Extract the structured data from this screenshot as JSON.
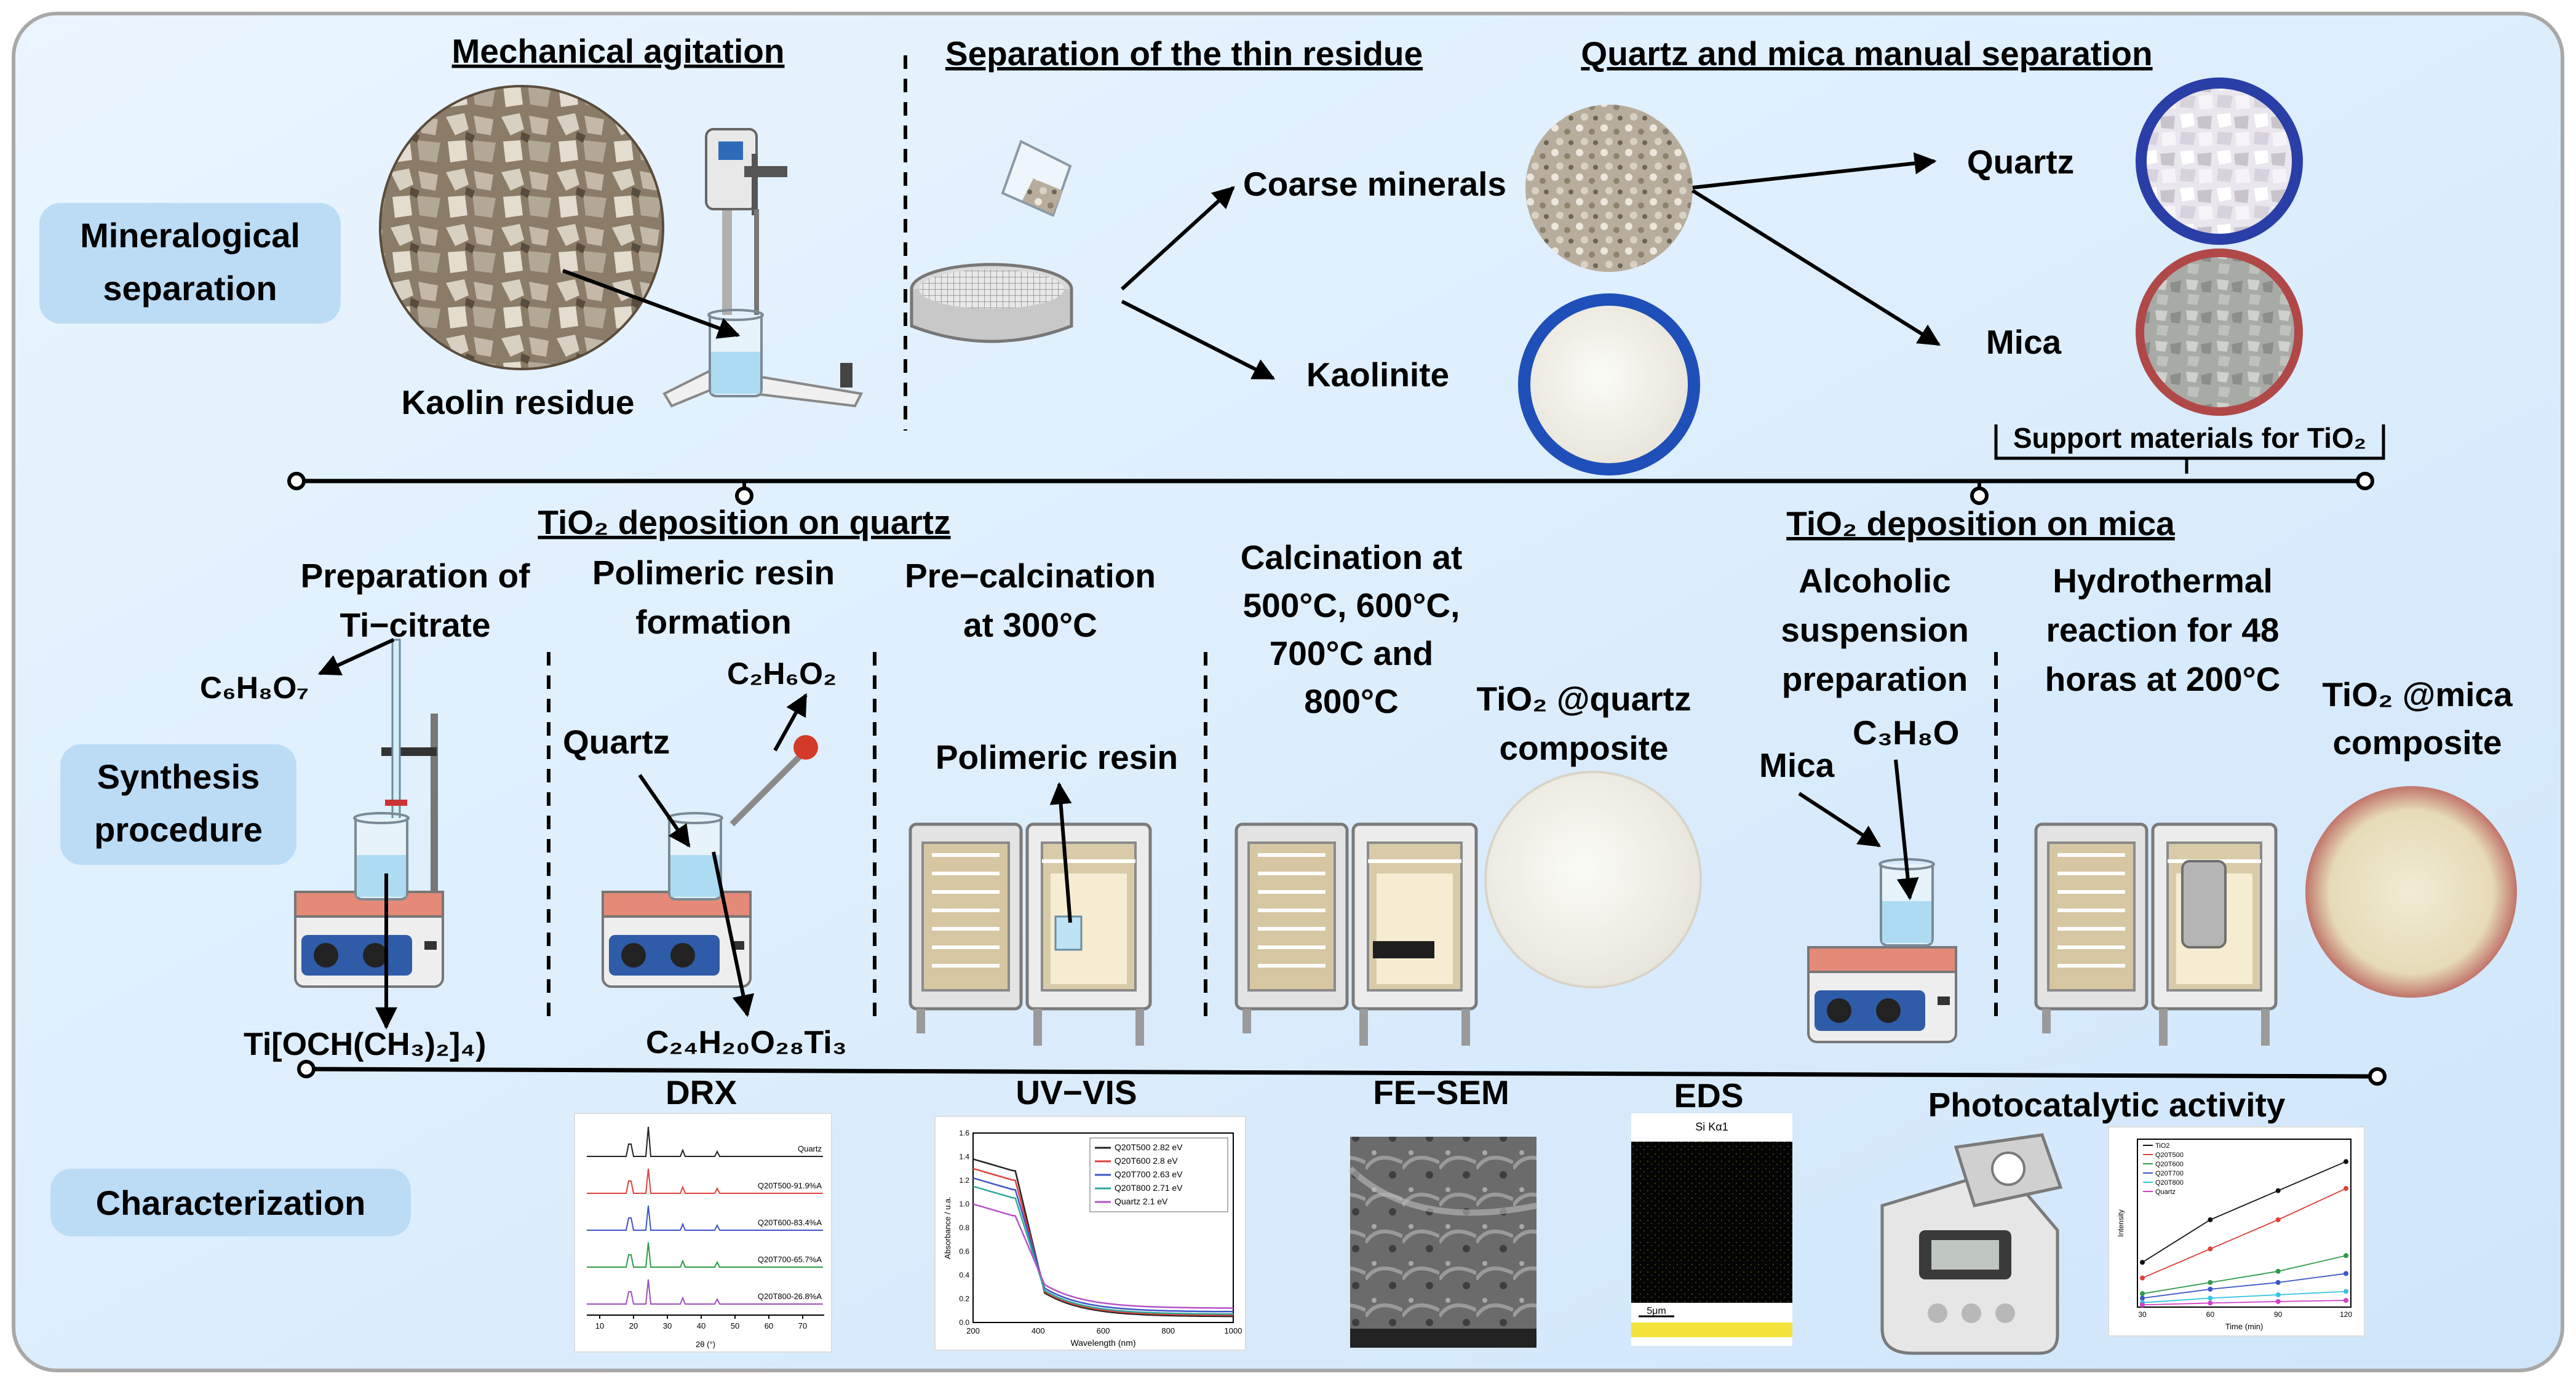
{
  "sections": {
    "mineralogical": [
      "Mineralogical",
      "separation"
    ],
    "synthesis": [
      "Synthesis",
      "procedure"
    ],
    "characterization": "Characterization"
  },
  "row1": {
    "headers": {
      "mechanical": "Mechanical agitation",
      "thin_residue": "Separation of the thin residue",
      "manual": "Quartz and mica manual separation"
    },
    "labels": {
      "kaolin_residue": "Kaolin residue",
      "coarse_minerals": "Coarse minerals",
      "kaolinite": "Kaolinite",
      "quartz": "Quartz",
      "mica": "Mica",
      "support": "Support materials for TiO₂"
    }
  },
  "row2": {
    "headers": {
      "quartz_dep": "TiO₂ deposition on quartz",
      "mica_dep": "TiO₂  deposition on mica"
    },
    "steps": {
      "ti_citrate": [
        "Preparation of",
        "Ti−citrate"
      ],
      "resin": [
        "Polimeric resin",
        "formation"
      ],
      "precalc": [
        "Pre−calcination",
        "at 300°C"
      ],
      "calcination": [
        "Calcination at",
        "500°C, 600°C,",
        "700°C and",
        "800°C"
      ],
      "quartz_composite": [
        "TiO₂ @quartz",
        "composite"
      ],
      "alcoholic": [
        "Alcoholic",
        "suspension",
        "preparation"
      ],
      "hydrothermal": [
        "Hydrothermal",
        "reaction for 48",
        "horas at 200°C"
      ],
      "mica_composite": [
        "TiO₂ @mica",
        "composite"
      ]
    },
    "chem": {
      "citric": "C₆H₈O₇",
      "ttip": "Ti[OCH(CH₃)₂]₄)",
      "glycol": "C₂H₆O₂",
      "quartz": "Quartz",
      "resin_formula": "C₂₄H₂₀O₂₈Ti₃",
      "polimeric_resin": "Polimeric resin",
      "mica": "Mica",
      "propanol": "C₃H₈O"
    }
  },
  "row3": {
    "titles": {
      "drx": "DRX",
      "uvvis": "UV−VIS",
      "fesem": "FE−SEM",
      "eds": "EDS",
      "photo": "Photocatalytic activity"
    },
    "drx": {
      "labels": [
        "Quartz",
        "Q20T500-91.9%A",
        "Q20T600-83.4%A",
        "Q20T700-65.7%A",
        "Q20T800-26.8%A"
      ],
      "colors": [
        "#222222",
        "#e0403a",
        "#3d55c8",
        "#2f9a48",
        "#9a52b8"
      ],
      "xlabel": "2θ (°)",
      "xticks": [
        "10",
        "20",
        "30",
        "40",
        "50",
        "60",
        "70"
      ]
    },
    "uvvis": {
      "legend": [
        "Q20T500 2.82 eV",
        "Q20T600 2.8 eV",
        "Q20T700 2.63 eV",
        "Q20T800 2.71 eV",
        "Quartz 2.1 eV"
      ],
      "colors": [
        "#222222",
        "#e0403a",
        "#3d55c8",
        "#2fa89a",
        "#b552c8"
      ],
      "xlabel": "Wavelength (nm)",
      "ylabel": "Absorbance / u.a.",
      "xticks": [
        "200",
        "400",
        "600",
        "800",
        "1000"
      ],
      "yticks": [
        "0.0",
        "0.2",
        "0.4",
        "0.6",
        "0.8",
        "1.0",
        "1.2",
        "1.4",
        "1.6"
      ]
    },
    "eds": {
      "element": "Si Kα1",
      "scale": "5μm"
    },
    "photo_chart": {
      "legend": [
        "TiO2",
        "Q20T500",
        "Q20T600",
        "Q20T700",
        "Q20T800",
        "Quartz"
      ],
      "colors": [
        "#111111",
        "#e0403a",
        "#2f9a48",
        "#3d55c8",
        "#36c3e0",
        "#d040c8"
      ],
      "xlabel": "Time (min)",
      "ylabel": "Intensity",
      "xticks": [
        "30",
        "60",
        "90",
        "120"
      ]
    }
  },
  "colors": {
    "background": "#d7ebfa",
    "tag": "#bcdcf6",
    "border": "#a8a8a8"
  }
}
